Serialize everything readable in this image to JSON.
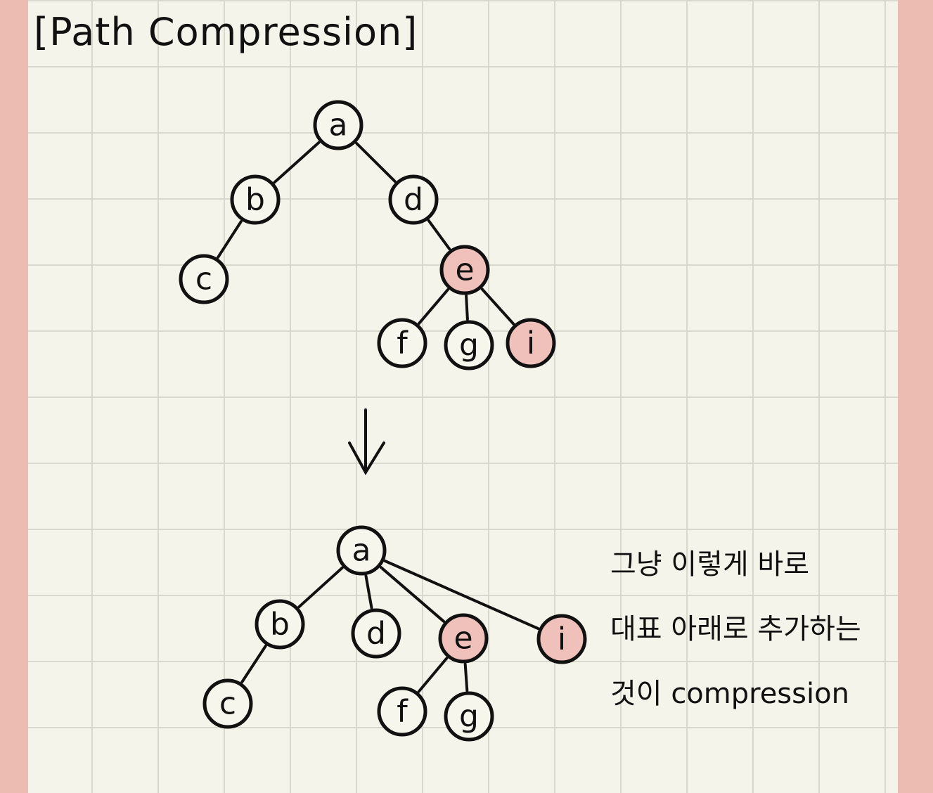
{
  "title": "[Path Compression]",
  "colors": {
    "background": "#f5f4ea",
    "grid": "#d9d8cd",
    "margin": "#ecbbb1",
    "node_fill": "#f7f6ec",
    "node_highlight": "#f0c1bb",
    "ink": "#111111"
  },
  "before_tree": {
    "nodes": [
      {
        "id": "a",
        "label": "a",
        "highlight": false
      },
      {
        "id": "b",
        "label": "b",
        "highlight": false
      },
      {
        "id": "d",
        "label": "d",
        "highlight": false
      },
      {
        "id": "c",
        "label": "c",
        "highlight": false
      },
      {
        "id": "e",
        "label": "e",
        "highlight": true
      },
      {
        "id": "f",
        "label": "f",
        "highlight": false
      },
      {
        "id": "g",
        "label": "g",
        "highlight": false
      },
      {
        "id": "i",
        "label": "i",
        "highlight": true
      }
    ],
    "edges": [
      [
        "a",
        "b"
      ],
      [
        "a",
        "d"
      ],
      [
        "b",
        "c"
      ],
      [
        "d",
        "e"
      ],
      [
        "e",
        "f"
      ],
      [
        "e",
        "g"
      ],
      [
        "e",
        "i"
      ]
    ]
  },
  "after_tree": {
    "nodes": [
      {
        "id": "a",
        "label": "a",
        "highlight": false
      },
      {
        "id": "b",
        "label": "b",
        "highlight": false
      },
      {
        "id": "d",
        "label": "d",
        "highlight": false
      },
      {
        "id": "e",
        "label": "e",
        "highlight": true
      },
      {
        "id": "i",
        "label": "i",
        "highlight": true
      },
      {
        "id": "c",
        "label": "c",
        "highlight": false
      },
      {
        "id": "f",
        "label": "f",
        "highlight": false
      },
      {
        "id": "g",
        "label": "g",
        "highlight": false
      }
    ],
    "edges": [
      [
        "a",
        "b"
      ],
      [
        "a",
        "d"
      ],
      [
        "a",
        "e"
      ],
      [
        "a",
        "i"
      ],
      [
        "b",
        "c"
      ],
      [
        "e",
        "f"
      ],
      [
        "e",
        "g"
      ]
    ]
  },
  "arrow_icon": "arrow-down-icon",
  "note_lines": [
    "그냥 이렇게 바로",
    "대표 아래로 추가하는",
    "것이 compression"
  ]
}
